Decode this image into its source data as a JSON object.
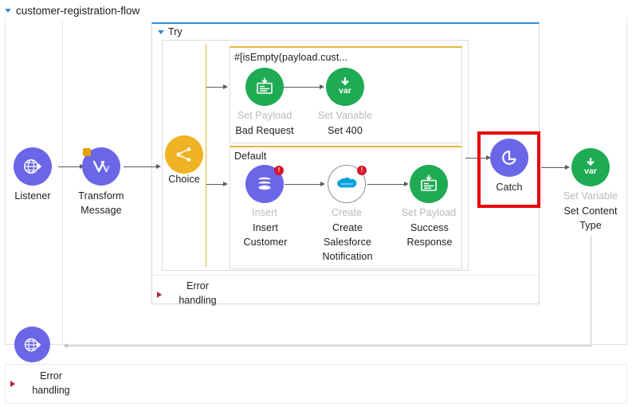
{
  "flow": {
    "name": "customer-registration-flow",
    "collapse_icon": "triangle-down-icon"
  },
  "try_scope": {
    "label": "Try",
    "collapse_icon": "triangle-down-icon",
    "error_handling_label": "Error\nhandling",
    "error_handling_icon": "triangle-right-red-icon"
  },
  "routes": [
    {
      "id": "when",
      "title": "#[isEmpty(payload.cust..."
    },
    {
      "id": "default",
      "title": "Default"
    }
  ],
  "nodes": {
    "listener": {
      "type": "",
      "label": "Listener",
      "icon": "http-globe-icon",
      "color": "#6a66e8"
    },
    "transform": {
      "type": "",
      "label": "Transform\nMessage",
      "icon": "transform-message-icon",
      "color": "#6a66e8",
      "badge": "warning"
    },
    "choice": {
      "type": "",
      "label": "Choice",
      "icon": "choice-router-icon",
      "color": "#f0b323"
    },
    "set_payload_bad": {
      "type": "Set Payload",
      "label": "Bad Request",
      "icon": "set-payload-icon",
      "color": "#1eab53"
    },
    "set_variable_400": {
      "type": "Set Variable",
      "label": "Set 400",
      "icon": "set-variable-var-icon",
      "color": "#1eab53"
    },
    "insert_customer": {
      "type": "Insert",
      "label": "Insert\nCustomer",
      "icon": "database-insert-icon",
      "color": "#6a66e8",
      "badge": "error"
    },
    "create_salesforce": {
      "type": "Create",
      "label": "Create\nSalesforce\nNotification",
      "icon": "salesforce-cloud-icon",
      "color": "#00a1e0",
      "badge": "error"
    },
    "set_payload_success": {
      "type": "Set Payload",
      "label": "Success\nResponse",
      "icon": "set-payload-icon",
      "color": "#1eab53"
    },
    "catch": {
      "type": "",
      "label": "Catch",
      "icon": "catch-exception-icon",
      "color": "#6a66e8",
      "highlighted": true,
      "highlight_color": "#e8000d"
    },
    "set_content_type": {
      "type": "Set Variable",
      "label": "Set Content\nType",
      "icon": "set-variable-var-icon",
      "color": "#1eab53"
    },
    "response_listener": {
      "type": "",
      "label": "",
      "icon": "http-globe-icon",
      "color": "#6a66e8"
    }
  },
  "flow_error_handling": {
    "label": "Error\nhandling",
    "icon": "triangle-right-red-icon"
  },
  "colors": {
    "try_border_top": "#2f8ad8",
    "route_border_top": "#e6b540",
    "choice_rail": "#e3b338",
    "highlight": "#e8000d",
    "connector": "#5a5a5f",
    "muted_text": "#b9b9bd"
  }
}
